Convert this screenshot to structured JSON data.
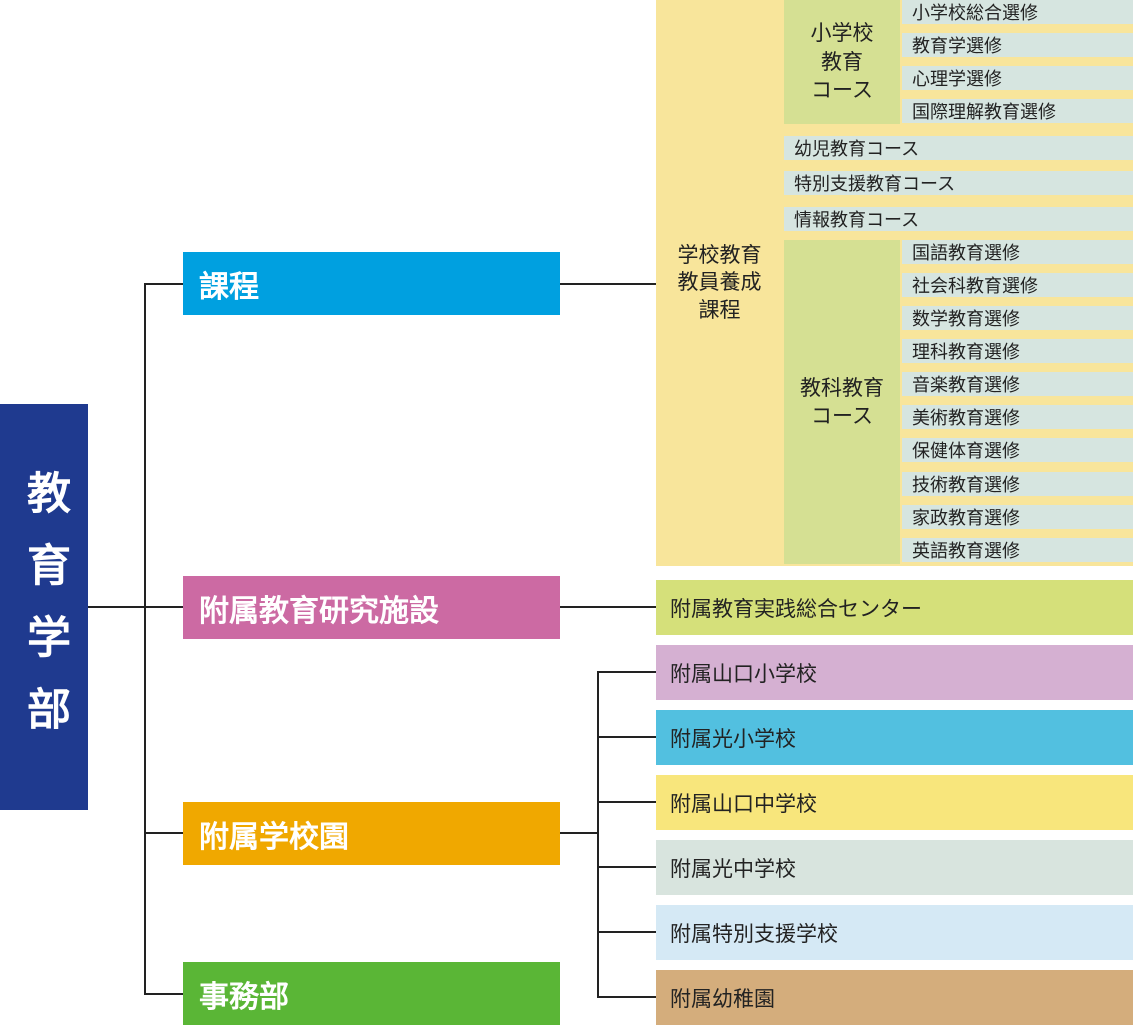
{
  "root": {
    "label": "教育学部",
    "color": "#1f3a8f"
  },
  "branches": {
    "katei": {
      "label": "課程",
      "color": "#00a0e0"
    },
    "research": {
      "label": "附属教育研究施設",
      "color": "#cc6aa3"
    },
    "schools": {
      "label": "附属学校園",
      "color": "#f0a800"
    },
    "office": {
      "label": "事務部",
      "color": "#5ab636"
    }
  },
  "katei_tree": {
    "course": "学校教育\n教員養成\n課程",
    "elementary": {
      "label": "小学校\n教育\nコース",
      "options": [
        "小学校総合選修",
        "教育学選修",
        "心理学選修",
        "国際理解教育選修"
      ]
    },
    "courses": [
      "幼児教育コース",
      "特別支援教育コース",
      "情報教育コース"
    ],
    "subject": {
      "label": "教科教育\nコース",
      "options": [
        "国語教育選修",
        "社会科教育選修",
        "数学教育選修",
        "理科教育選修",
        "音楽教育選修",
        "美術教育選修",
        "保健体育選修",
        "技術教育選修",
        "家政教育選修",
        "英語教育選修"
      ]
    }
  },
  "research_facility": {
    "label": "附属教育実践総合センター",
    "color": "#d5e07a"
  },
  "schools": [
    {
      "label": "附属山口小学校",
      "color": "#d5b0d2"
    },
    {
      "label": "附属光小学校",
      "color": "#52c0e0"
    },
    {
      "label": "附属山口中学校",
      "color": "#f8e67c"
    },
    {
      "label": "附属光中学校",
      "color": "#d8e4de"
    },
    {
      "label": "附属特別支援学校",
      "color": "#d5e9f5"
    },
    {
      "label": "附属幼稚園",
      "color": "#d4ad7c"
    }
  ]
}
